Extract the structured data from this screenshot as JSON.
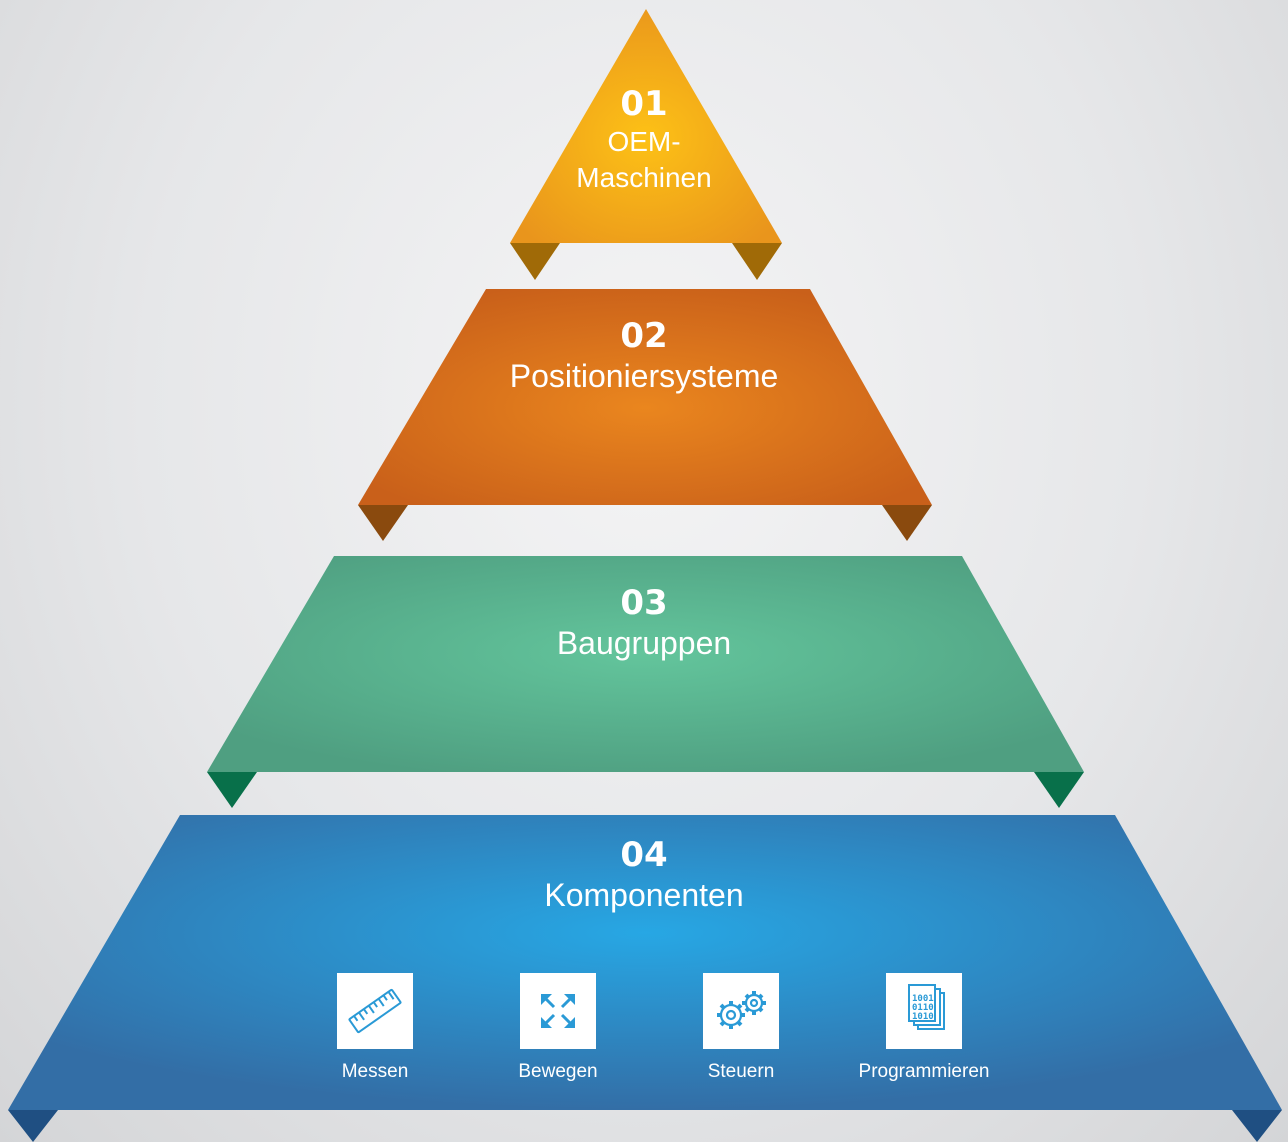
{
  "tiers": [
    {
      "number": "01",
      "name": "OEM-\nMaschinen"
    },
    {
      "number": "02",
      "name": "Positioniersysteme"
    },
    {
      "number": "03",
      "name": "Baugruppen"
    },
    {
      "number": "04",
      "name": "Komponenten"
    }
  ],
  "features": [
    {
      "label": "Messen",
      "icon": "ruler-icon"
    },
    {
      "label": "Bewegen",
      "icon": "move-arrows-icon"
    },
    {
      "label": "Steuern",
      "icon": "gears-icon"
    },
    {
      "label": "Programmieren",
      "icon": "binary-document-icon"
    }
  ],
  "colors": {
    "tier1": "#f6ac1a",
    "tier2": "#e5801f",
    "tier3": "#5fc49a",
    "tier4": "#2fa0dc",
    "icon": "#2a9ad6"
  }
}
